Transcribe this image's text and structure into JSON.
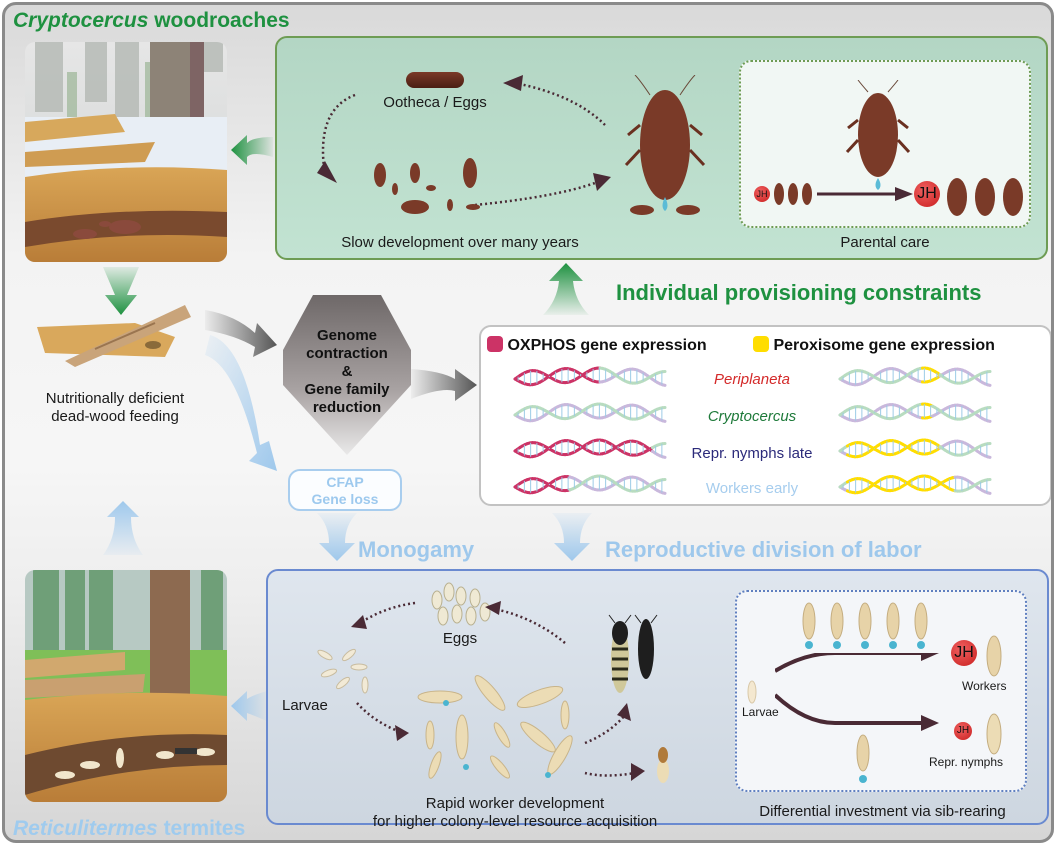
{
  "titles": {
    "top_italic": "Cryptocercus",
    "top_rest": " woodroaches",
    "bottom_italic": "Reticulitermes",
    "bottom_rest": " termites"
  },
  "woodroach_panel": {
    "ootheca_label": "Ootheca / Eggs",
    "cycle_caption": "Slow development over many years",
    "parental_caption": "Parental care",
    "jh_small": "JH",
    "jh_large": "JH"
  },
  "center": {
    "food_caption_line1": "Nutritionally deficient",
    "food_caption_line2": "dead-wood feeding",
    "genome_line1": "Genome",
    "genome_line2": "contraction",
    "genome_line3": "&",
    "genome_line4": "Gene family",
    "genome_line5": "reduction",
    "cfap_line1": "CFAP",
    "cfap_line2": "Gene loss"
  },
  "headings": {
    "individual": "Individual provisioning constraints",
    "monogamy": "Monogamy",
    "reproductive": "Reproductive division of labor"
  },
  "expression": {
    "legend": [
      {
        "label": "OXPHOS gene expression",
        "color": "#cc3366"
      },
      {
        "label": "Peroxisome gene expression",
        "color": "#ffdd00"
      }
    ],
    "rows": [
      {
        "label": "Periplaneta",
        "italic": true,
        "color": "#d42a2a",
        "oxphos_level": 0.55,
        "perox_level": 0.1
      },
      {
        "label": "Cryptocercus",
        "italic": true,
        "color": "#1e7a3a",
        "oxphos_level": 0.0,
        "perox_level": 0.05
      },
      {
        "label": "Repr. nymphs late",
        "italic": false,
        "color": "#2b2a7a",
        "oxphos_level": 0.9,
        "perox_level": 0.6
      },
      {
        "label": "Workers early",
        "italic": false,
        "color": "#a6cdee",
        "oxphos_level": 0.35,
        "perox_level": 0.7
      }
    ]
  },
  "termite_panel": {
    "eggs_label": "Eggs",
    "larvae_label": "Larvae",
    "caption_line1": "Rapid worker development",
    "caption_line2": "for higher colony-level resource acquisition",
    "sib_caption": "Differential investment via sib-rearing",
    "sib_larvae": "Larvae",
    "workers_label": "Workers",
    "nymphs_label": "Repr. nymphs",
    "jh_large": "JH",
    "jh_small": "JH"
  },
  "colors": {
    "green": "#1e9140",
    "blue": "#9ec8ec",
    "arrow_dark": "#4a2a35",
    "roach": "#7a3a28"
  }
}
